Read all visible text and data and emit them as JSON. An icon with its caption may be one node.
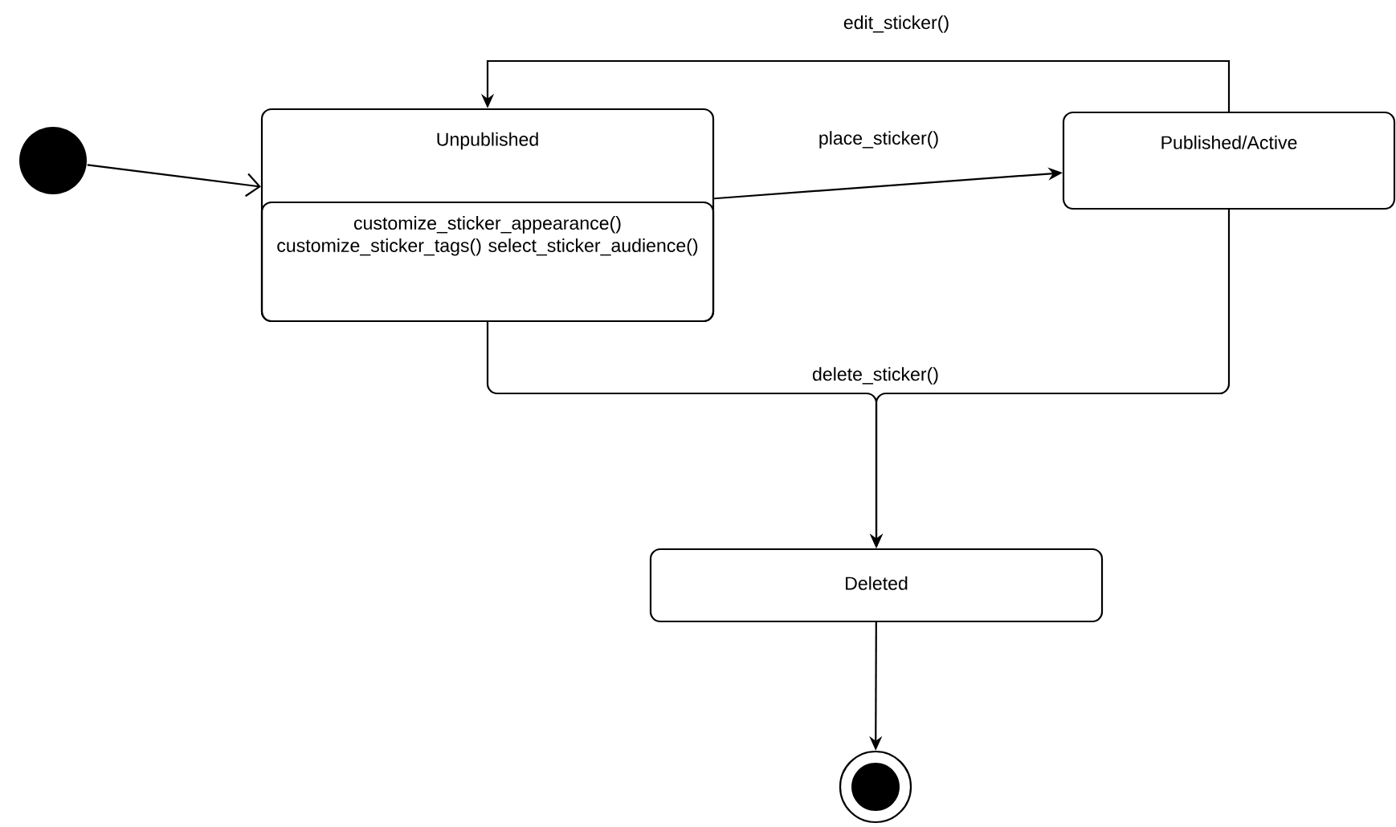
{
  "diagram": {
    "nodes": [
      {
        "text": [],
        "shape": "circle"
      },
      {
        "text": [
          "Unpublished",
          "customize_sticker_appearance() customize_sticker_tags() select_sticker_audience()"
        ]
      },
      {
        "text": [
          "Published/Active"
        ]
      },
      {
        "text": [
          "Deleted"
        ]
      },
      {
        "text": [],
        "shape": "bullseye"
      }
    ],
    "edges": [
      {
        "from": 0,
        "to": 1,
        "arrow": "to"
      },
      {
        "from": 1,
        "to": 2,
        "arrow": "to",
        "label": "place_sticker()"
      },
      {
        "from": 2,
        "to": 1,
        "arrow": "to",
        "label": "edit_sticker()"
      },
      {
        "from": 1,
        "to": 3,
        "arrow": "to",
        "label": "delete_sticker()"
      },
      {
        "from": 2,
        "to": 3,
        "arrow": "to"
      },
      {
        "from": 3,
        "to": 4,
        "arrow": "to"
      }
    ]
  }
}
